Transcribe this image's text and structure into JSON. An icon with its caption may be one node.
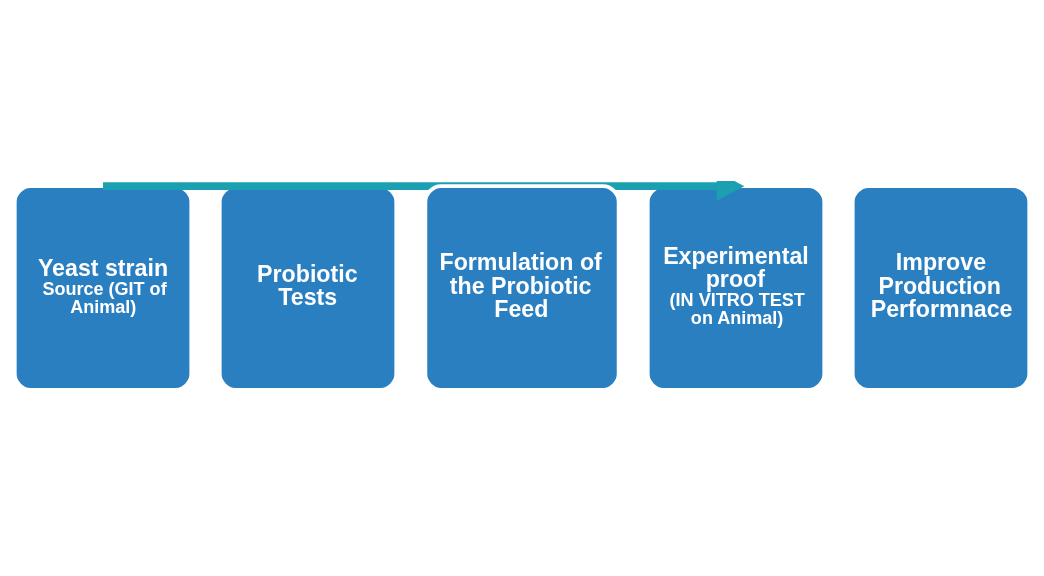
{
  "diagram": {
    "nodes": [
      {
        "text": [
          "Yeast strain",
          "Source (GIT of Animal)"
        ]
      },
      {
        "text": [
          "Probiotic Tests"
        ]
      },
      {
        "text": [
          "Formulation of the Probiotic Feed"
        ]
      },
      {
        "text": [
          "Experimental proof",
          "(IN VITRO TEST on Animal)"
        ]
      },
      {
        "text": [
          "Improve Production Performnace"
        ]
      }
    ],
    "edges": [
      {
        "from": 0,
        "to": 3,
        "arrow": "to"
      }
    ]
  }
}
